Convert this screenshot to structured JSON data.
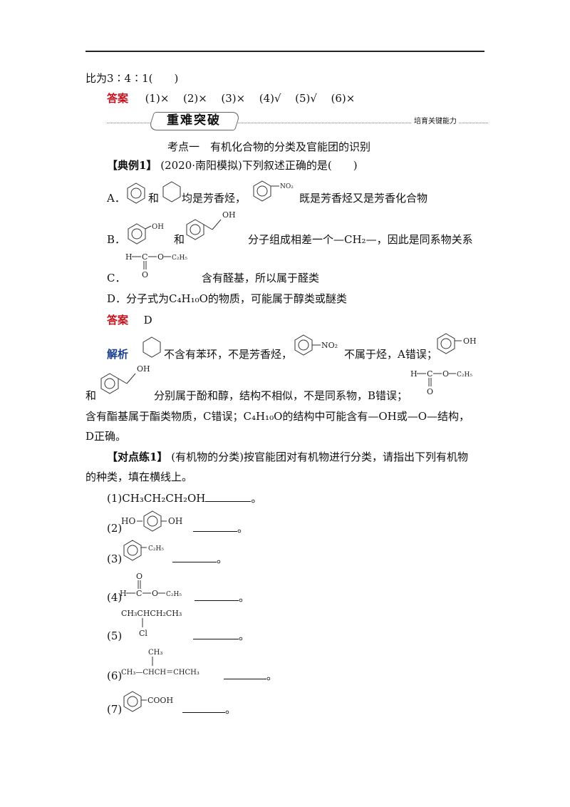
{
  "header": {
    "top_line": true
  },
  "prev": {
    "ratio_line": "比为3∶4∶1(　　)",
    "answer_label": "答案",
    "answer_items": [
      "(1)×",
      "(2)×",
      "(3)×",
      "(4)√",
      "(5)√",
      "(6)×"
    ]
  },
  "section": {
    "banner": "重难突破",
    "subtitle": "培育关键能力"
  },
  "topic": {
    "title": "考点一　有机化合物的分类及官能团的识别"
  },
  "example1": {
    "label": "【典例1】",
    "stem": "(2020·南阳模拟)下列叙述正确的是(　　)",
    "optA_letter": "A．",
    "optA_and": "和",
    "optA_text1": "均是芳香烃，",
    "optA_text2": "既是芳香烃又是芳香化合物",
    "optB_letter": "B．",
    "optB_and": "和",
    "optB_text": "分子组成相差一个—CH₂—，因此是同系物关系",
    "optC_letter": "C．",
    "optC_text": "含有醛基，所以属于醛类",
    "optD_text": "D．分子式为C₄H₁₀O的物质，可能属于醇类或醚类",
    "answer_label": "答案",
    "answer_value": "D"
  },
  "analysis": {
    "label": "解析",
    "t1": "不含有苯环，不是芳香烃，",
    "t2": "不属于烃，A错误；",
    "and": "和",
    "t3": "分别属于酚和醇，结构不相似，不是同系物，B错误；",
    "t4": "含有酯基属于酯类物质，C错误；C₄H₁₀O的结构中可能含有—OH或—O—结构，",
    "t5": "D正确。"
  },
  "practice1": {
    "label": "【对点练1】",
    "stem1": "(有机物的分类)按官能团对有机物进行分类，请指出下列有机物",
    "stem2": "的种类，填在横线上。",
    "q1": "(1)CH₃CH₂CH₂OH",
    "q2": "(2)",
    "q3": "(3)",
    "q4": "(4)",
    "q5": "(5)",
    "q6": "(6)",
    "q7": "(7)",
    "end": "。"
  },
  "chem_labels": {
    "no2": "NO₂",
    "oh": "OH",
    "ho": "HO",
    "c2h5": "C₂H₅",
    "h": "H",
    "c": "C",
    "o": "O",
    "cooh": "COOH",
    "cl": "Cl",
    "ch3": "CH₃",
    "chain5": "CH₃CHCH₂CH₃",
    "chain6": "CH₃—CHCH＝CHCH₃"
  }
}
